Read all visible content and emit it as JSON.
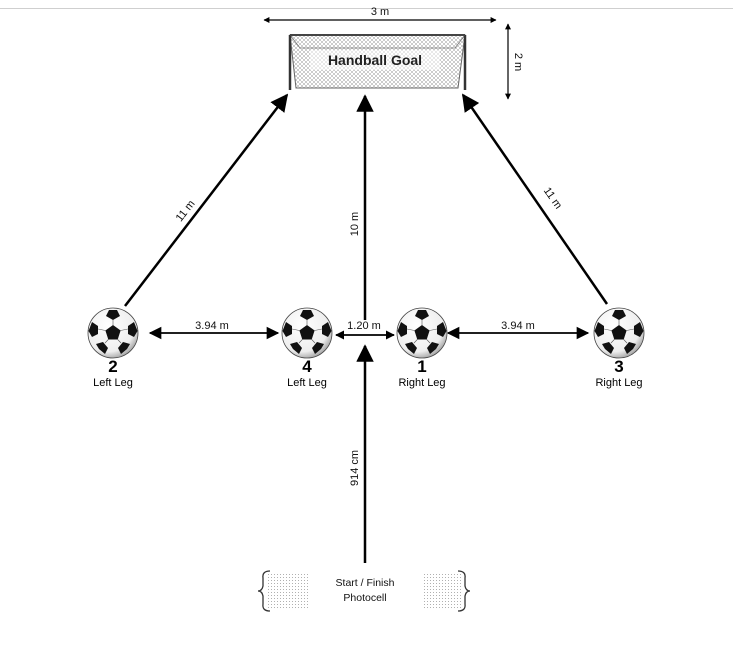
{
  "goal": {
    "label": "Handball Goal",
    "width_label": "3 m",
    "height_label": "2 m"
  },
  "distances": {
    "left_diagonal": "11 m",
    "right_diagonal": "11 m",
    "center_to_goal": "10 m",
    "left_outer_gap": "3.94 m",
    "right_outer_gap": "3.94 m",
    "center_gap": "1.20 m",
    "start_to_center": "914 cm"
  },
  "balls": [
    {
      "number": "2",
      "leg": "Left Leg"
    },
    {
      "number": "4",
      "leg": "Left Leg"
    },
    {
      "number": "1",
      "leg": "Right Leg"
    },
    {
      "number": "3",
      "leg": "Right Leg"
    }
  ],
  "start": {
    "line1": "Start / Finish",
    "line2": "Photocell"
  },
  "colors": {
    "arrow": "#000000",
    "ball_white": "#ffffff",
    "ball_black": "#111111"
  },
  "icons": [
    "soccer-ball-icon",
    "goal-net-icon",
    "photocell-icon"
  ]
}
